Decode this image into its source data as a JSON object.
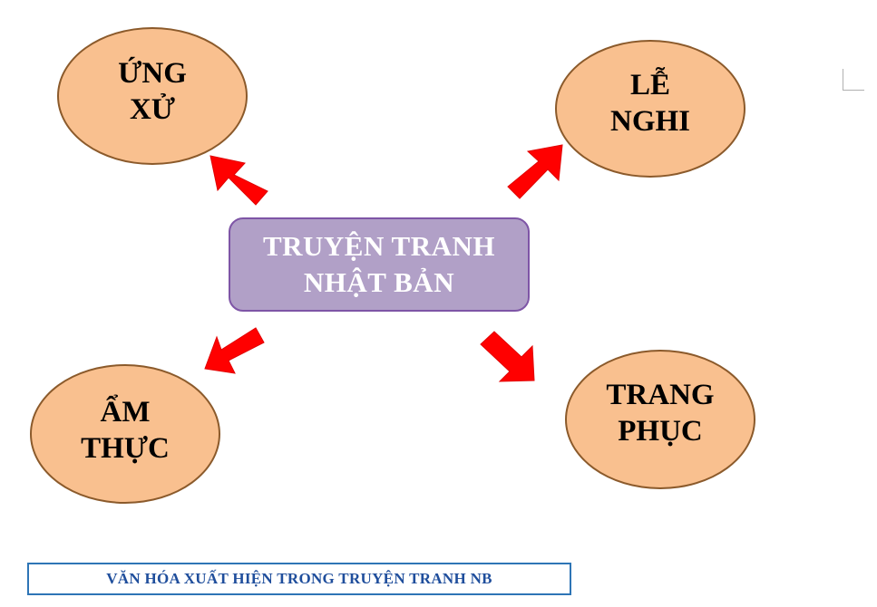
{
  "diagram": {
    "center": {
      "line1": "TRUYỆN TRANH",
      "line2": "NHẬT BẢN"
    },
    "nodes": {
      "top_left": {
        "line1": "ỨNG",
        "line2": "XỬ"
      },
      "top_right": {
        "line1": "LỄ",
        "line2": "NGHI"
      },
      "bottom_left": {
        "line1": "ẨM",
        "line2": "THỰC"
      },
      "bottom_right": {
        "line1": "TRANG",
        "line2": "PHỤC"
      }
    },
    "caption": "VĂN HÓA XUẤT HIỆN TRONG TRUYỆN TRANH NB"
  },
  "colors": {
    "center_fill": "#b1a0c7",
    "center_border": "#7e55a6",
    "node_fill": "#f9c08f",
    "node_border": "#8b5a2b",
    "arrow": "#ff0000",
    "caption_border": "#2e75b6",
    "caption_text": "#1f4e9c"
  },
  "icons": {
    "connectors": "block-arrow"
  }
}
